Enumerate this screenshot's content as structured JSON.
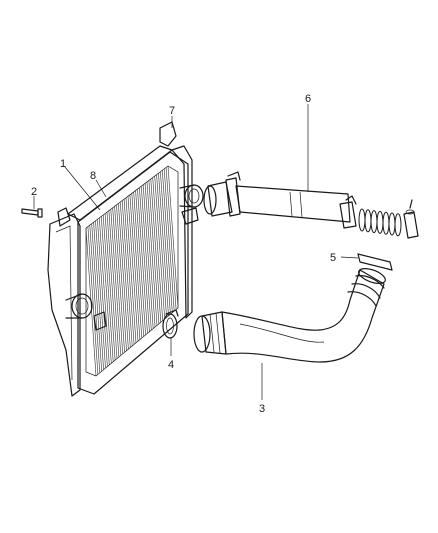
{
  "callouts": [
    {
      "id": "1",
      "text": "1"
    },
    {
      "id": "2",
      "text": "2"
    },
    {
      "id": "3",
      "text": "3"
    },
    {
      "id": "4",
      "text": "4"
    },
    {
      "id": "5",
      "text": "5"
    },
    {
      "id": "6",
      "text": "6"
    },
    {
      "id": "7",
      "text": "7"
    },
    {
      "id": "8",
      "text": "8"
    }
  ],
  "parts": [
    {
      "name": "charge-air-cooler",
      "callout": "1"
    },
    {
      "name": "bolt",
      "callout": "2"
    },
    {
      "name": "lower-intake-duct",
      "callout": "3"
    },
    {
      "name": "hose-clamp",
      "callout": "4"
    },
    {
      "name": "small-bracket",
      "callout": "5"
    },
    {
      "name": "upper-intake-duct",
      "callout": "6"
    },
    {
      "name": "mount-bracket",
      "callout": "7"
    },
    {
      "name": "cooler-frame",
      "callout": "8"
    }
  ]
}
